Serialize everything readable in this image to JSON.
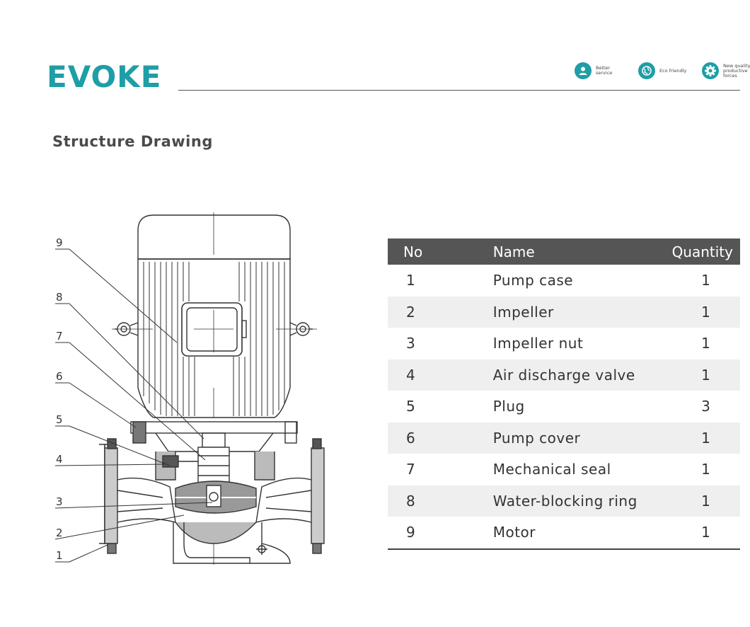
{
  "brand": {
    "logo_text": "EVOKE",
    "accent_color": "#1e9ea6"
  },
  "badges": [
    {
      "icon": "person-service-icon",
      "label": "Better service"
    },
    {
      "icon": "globe-eco-icon",
      "label": "Eco friendly"
    },
    {
      "icon": "gear-icon",
      "label": "New quality productive forces"
    }
  ],
  "section": {
    "title": "Structure Drawing"
  },
  "drawing": {
    "callouts": [
      "9",
      "8",
      "7",
      "6",
      "5",
      "4",
      "3",
      "2",
      "1"
    ]
  },
  "table": {
    "headers": {
      "no": "No",
      "name": "Name",
      "quantity": "Quantity"
    },
    "rows": [
      {
        "no": "1",
        "name": "Pump case",
        "quantity": "1"
      },
      {
        "no": "2",
        "name": "Impeller",
        "quantity": "1"
      },
      {
        "no": "3",
        "name": "Impeller nut",
        "quantity": "1"
      },
      {
        "no": "4",
        "name": "Air discharge valve",
        "quantity": "1"
      },
      {
        "no": "5",
        "name": "Plug",
        "quantity": "3"
      },
      {
        "no": "6",
        "name": "Pump cover",
        "quantity": "1"
      },
      {
        "no": "7",
        "name": "Mechanical seal",
        "quantity": "1"
      },
      {
        "no": "8",
        "name": "Water-blocking ring",
        "quantity": "1"
      },
      {
        "no": "9",
        "name": "Motor",
        "quantity": "1"
      }
    ]
  }
}
